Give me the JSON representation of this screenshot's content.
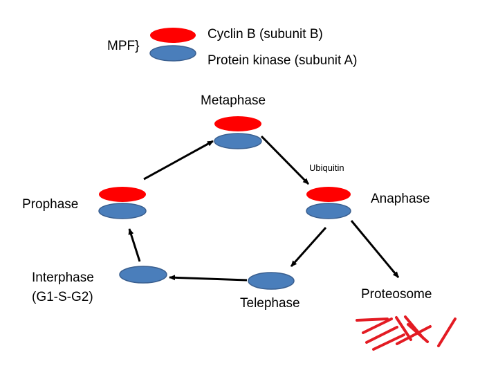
{
  "legend": {
    "mpf_label": "MPF}",
    "cyclin_label": "Cyclin B (subunit B)",
    "kinase_label": "Protein kinase (subunit A)"
  },
  "stages": {
    "metaphase": "Metaphase",
    "ubiquitin": "Ubiquitin",
    "anaphase": "Anaphase",
    "prophase": "Prophase",
    "interphase_line1": "Interphase",
    "interphase_line2": "(G1-S-G2)",
    "telephase": "Telephase",
    "proteosome": "Proteosome"
  },
  "colors": {
    "cyclin": "#ff0000",
    "kinase": "#4a7ebb",
    "kinase_stroke": "#3a5f8f",
    "fragments": "#e31b23",
    "arrow": "#000000"
  }
}
